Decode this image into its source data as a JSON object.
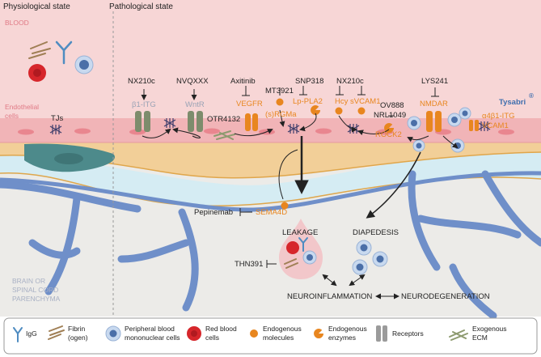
{
  "header": {
    "physiological": "Physiological state",
    "pathological": "Pathological state"
  },
  "compartments": {
    "blood": "BLOOD",
    "endothelial": [
      "Endothelial",
      "cells"
    ],
    "brain": [
      "BRAIN OR",
      "SPINAL CORD",
      "PARENCHYMA"
    ]
  },
  "labels": {
    "tjs": "TJs",
    "nx210c_a": "NX210c",
    "b1_itg": "β1-ITG",
    "nvqxxx": "NVQXXX",
    "wntr": "WntR",
    "axitinib": "Axitinib",
    "vegfr": "VEGFR",
    "mt3921": "MT3921",
    "srgma": "(s)RGMa",
    "snp318": "SNP318",
    "lppla2": "Lp-PLA2",
    "nx210c_b": "NX210c",
    "hcy": "Hcy",
    "svcam1": "sVCAM1",
    "otr4132": "OTR4132",
    "ov888": "OV888",
    "nrl1049": "NRL1049",
    "rock2": "ROCK2",
    "lys241": "LYS241",
    "nmdar": "NMDAR",
    "tysabri": "Tysabri",
    "registered": "®",
    "a4b1_itg": "α4β1-ITG",
    "vcam1": "VCAM1",
    "pepinemab": "Pepinemab",
    "sema4d": "SEMA4D",
    "leakage": "LEAKAGE",
    "diapedesis": "DIAPEDESIS",
    "thn391": "THN391",
    "neuroinflammation": "NEUROINFLAMMATION",
    "neurodegeneration": "NEURODEGENERATION"
  },
  "legend": [
    {
      "icon": "igg-icon",
      "label": [
        "IgG"
      ]
    },
    {
      "icon": "fibrin-icon",
      "label": [
        "Fibrin",
        "(ogen)"
      ]
    },
    {
      "icon": "pbmc-icon",
      "label": [
        "Peripheral blood",
        "mononuclear cells"
      ]
    },
    {
      "icon": "red-blood-cell-icon",
      "label": [
        "Red blood",
        "cells"
      ]
    },
    {
      "icon": "endogenous-molecule-icon",
      "label": [
        "Endogenous",
        "molecules"
      ]
    },
    {
      "icon": "endogenous-enzyme-icon",
      "label": [
        "Endogenous",
        "enzymes"
      ]
    },
    {
      "icon": "receptor-icon",
      "label": [
        "Receptors"
      ]
    },
    {
      "icon": "ecm-icon",
      "label": [
        "Exogenous",
        "ECM"
      ]
    }
  ],
  "colors": {
    "blood": "#f7d6d6",
    "endothelium": "#f1b4b7",
    "basement_membrane": "#f2cf98",
    "perivascular": "#d5ecf3",
    "parenchyma": "#ecebe8",
    "astrocyte": "#6f8fc9",
    "orange_label": "#e8861f",
    "receptor_green": "#7d8c6c"
  }
}
